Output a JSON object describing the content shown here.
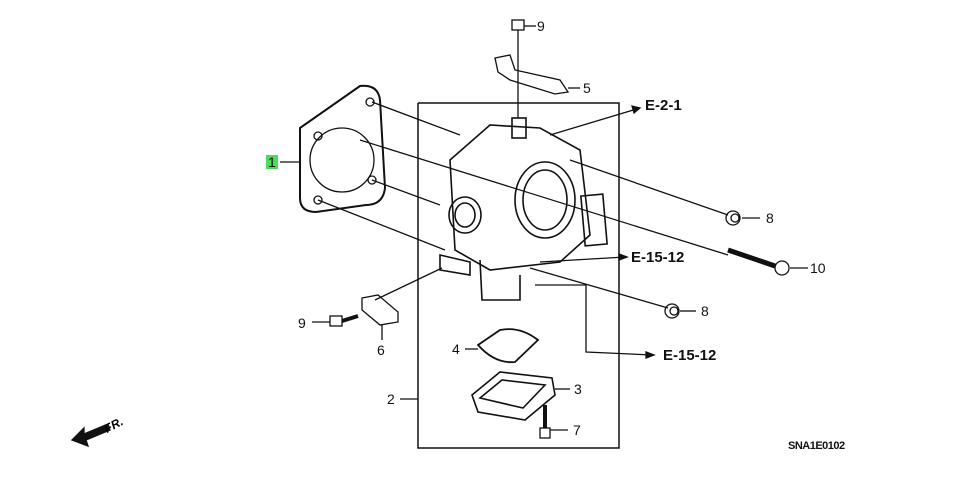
{
  "diagram": {
    "callouts": [
      {
        "id": "p9-top",
        "label": "9"
      },
      {
        "id": "p5",
        "label": "5"
      },
      {
        "id": "p1",
        "label": "1"
      },
      {
        "id": "p8-upper",
        "label": "8"
      },
      {
        "id": "p10",
        "label": "10"
      },
      {
        "id": "p8-lower",
        "label": "8"
      },
      {
        "id": "p9-left",
        "label": "9"
      },
      {
        "id": "p6",
        "label": "6"
      },
      {
        "id": "p4",
        "label": "4"
      },
      {
        "id": "p3",
        "label": "3"
      },
      {
        "id": "p2",
        "label": "2"
      },
      {
        "id": "p7",
        "label": "7"
      }
    ],
    "references": [
      "E-2-1",
      "E-15-12",
      "E-15-12"
    ],
    "front_indicator": "FR.",
    "diagram_code": "SNA1E0102",
    "highlight_color": "#4ddc5a"
  }
}
